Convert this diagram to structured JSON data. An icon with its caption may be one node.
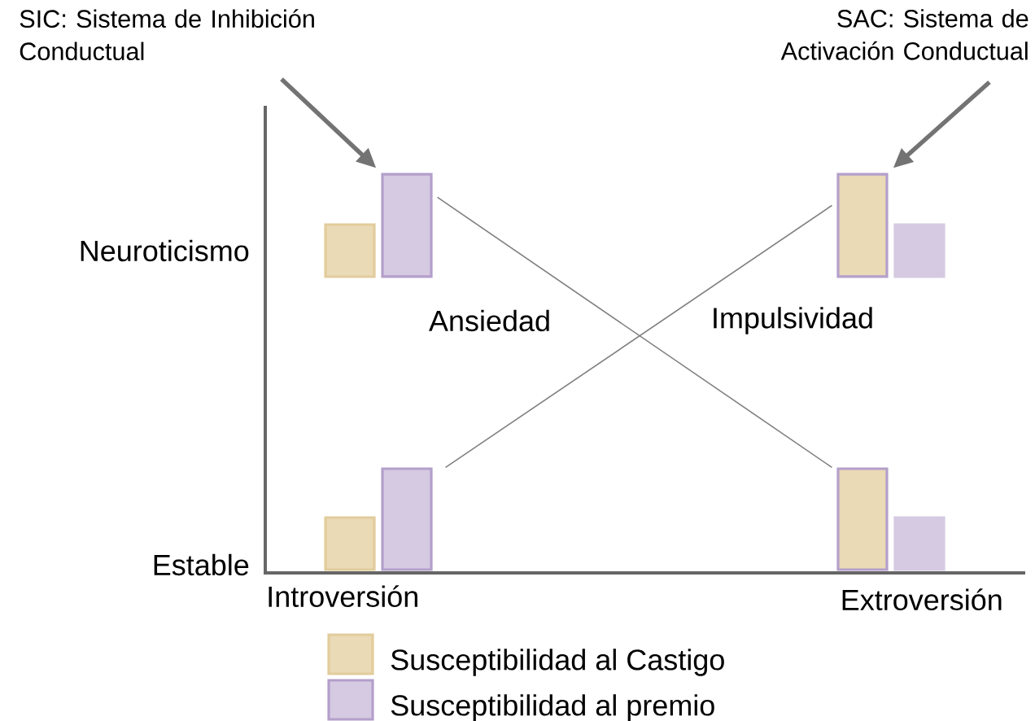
{
  "diagram": {
    "nodes": [
      {
        "text": [
          "SIC: Sistema de Inhibición Conductual"
        ]
      },
      {
        "text": [
          "SAC: Sistema de Activación Conductual"
        ]
      },
      {
        "text": [],
        "shape": "bar"
      },
      {
        "text": [],
        "shape": "bar"
      },
      {
        "text": [],
        "shape": "bar"
      },
      {
        "text": [],
        "shape": "bar"
      },
      {
        "text": [],
        "shape": "bar"
      },
      {
        "text": [],
        "shape": "bar"
      },
      {
        "text": [],
        "shape": "bar"
      },
      {
        "text": [],
        "shape": "bar"
      }
    ],
    "edges": [
      {
        "from": 0,
        "to": 3,
        "arrow": "to",
        "style": "thick"
      },
      {
        "from": 1,
        "to": 4,
        "arrow": "to",
        "style": "thick"
      },
      {
        "from": 3,
        "to": 8,
        "arrow": "none"
      },
      {
        "from": 7,
        "to": 4,
        "arrow": "none"
      }
    ],
    "labels": [
      "Neuroticismo",
      "Ansiedad",
      "Impulsividad",
      "Estable",
      "Introversión",
      "Extroversión"
    ],
    "legend": [
      {
        "text": "Susceptibilidad al Castigo",
        "color": "#eadab6"
      },
      {
        "text": "Susceptibilidad al premio",
        "color": "#d5cae1"
      }
    ]
  }
}
